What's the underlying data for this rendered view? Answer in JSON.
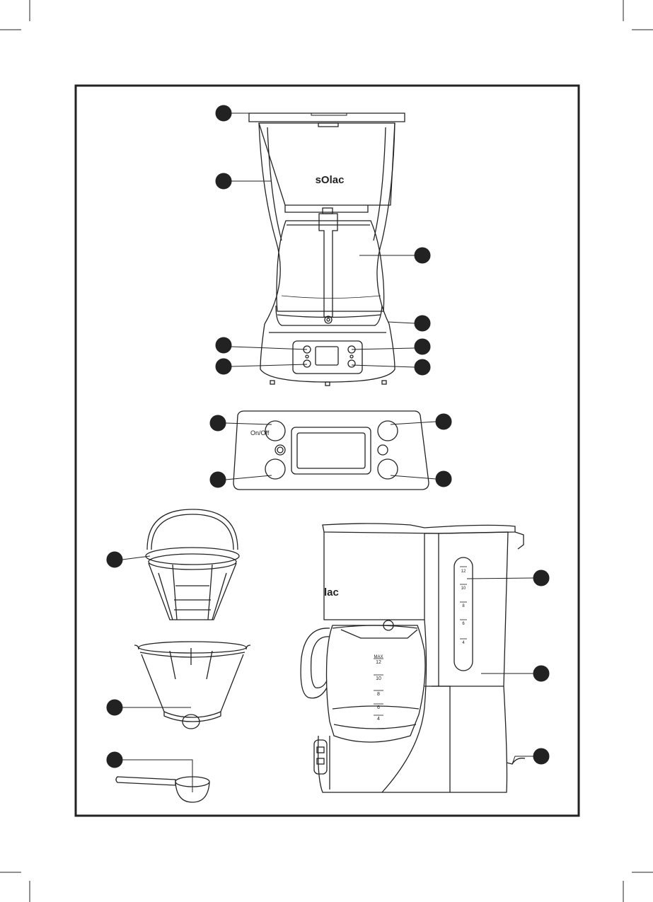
{
  "brand": {
    "logo_text": "sOlac",
    "logo_text_side": "lac"
  },
  "control_panel": {
    "on_off_label": "On/Off"
  },
  "carafe_scale": {
    "max_label": "MAX",
    "marks": [
      "12",
      "10",
      "8",
      "6",
      "4"
    ]
  },
  "water_gauge": {
    "marks": [
      "12",
      "10",
      "8",
      "6",
      "4"
    ]
  },
  "colors": {
    "line": "#222222",
    "callout_dot": "#222222",
    "background": "#ffffff"
  }
}
